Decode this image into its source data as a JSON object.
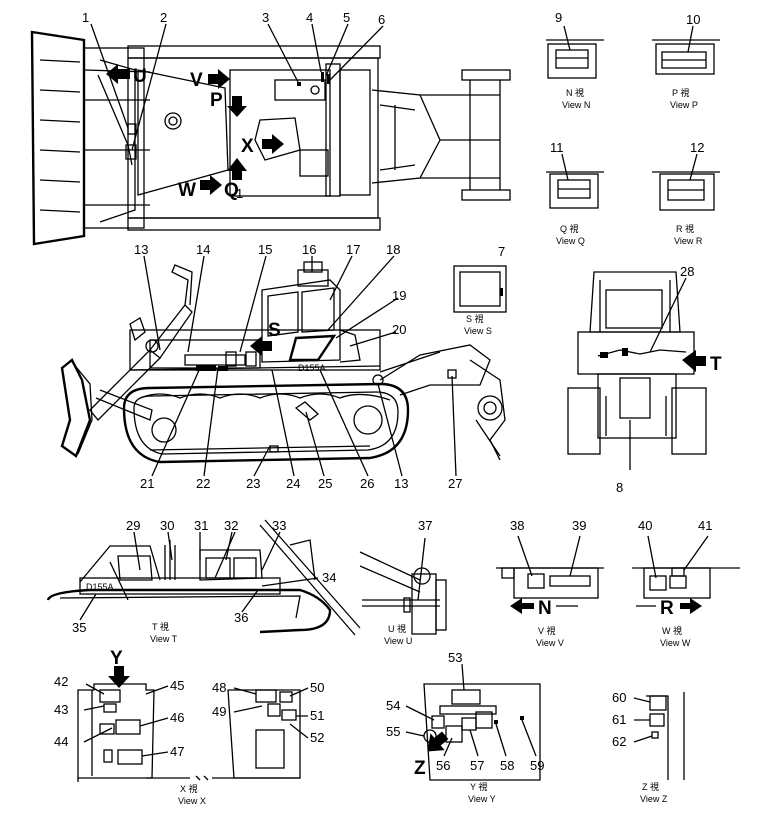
{
  "views": {
    "n": {
      "kanji": "N 視",
      "label": "View N"
    },
    "p": {
      "kanji": "P 視",
      "label": "View P"
    },
    "q": {
      "kanji": "Q 視",
      "label": "View Q"
    },
    "r": {
      "kanji": "R 視",
      "label": "View R"
    },
    "s": {
      "kanji": "S 視",
      "label": "View S"
    },
    "t": {
      "kanji": "T 視",
      "label": "View T"
    },
    "u": {
      "kanji": "U 視",
      "label": "View U"
    },
    "v": {
      "kanji": "V 視",
      "label": "View V"
    },
    "w": {
      "kanji": "W 視",
      "label": "View W"
    },
    "x": {
      "kanji": "X 視",
      "label": "View X"
    },
    "y": {
      "kanji": "Y 視",
      "label": "View Y"
    },
    "z": {
      "kanji": "Z 視",
      "label": "View Z"
    }
  },
  "arrows": {
    "u": "U",
    "v": "V",
    "p": "P",
    "x": "X",
    "q": "Q",
    "w": "W",
    "s": "S",
    "t": "T",
    "n": "N",
    "r": "R",
    "y": "Y",
    "z": "Z"
  },
  "callouts": [
    "1",
    "2",
    "3",
    "4",
    "5",
    "6",
    "7",
    "8",
    "9",
    "10",
    "11",
    "12",
    "13",
    "14",
    "15",
    "16",
    "17",
    "18",
    "19",
    "20",
    "21",
    "22",
    "23",
    "24",
    "25",
    "26",
    "13",
    "27",
    "28",
    "29",
    "30",
    "31",
    "32",
    "33",
    "34",
    "35",
    "36",
    "37",
    "38",
    "39",
    "40",
    "41",
    "42",
    "43",
    "44",
    "45",
    "46",
    "47",
    "48",
    "49",
    "50",
    "51",
    "52",
    "53",
    "54",
    "55",
    "56",
    "57",
    "58",
    "59",
    "60",
    "61",
    "62"
  ],
  "model_marking": "D155A",
  "colors": {
    "ink": "#000000",
    "paper": "#ffffff"
  }
}
